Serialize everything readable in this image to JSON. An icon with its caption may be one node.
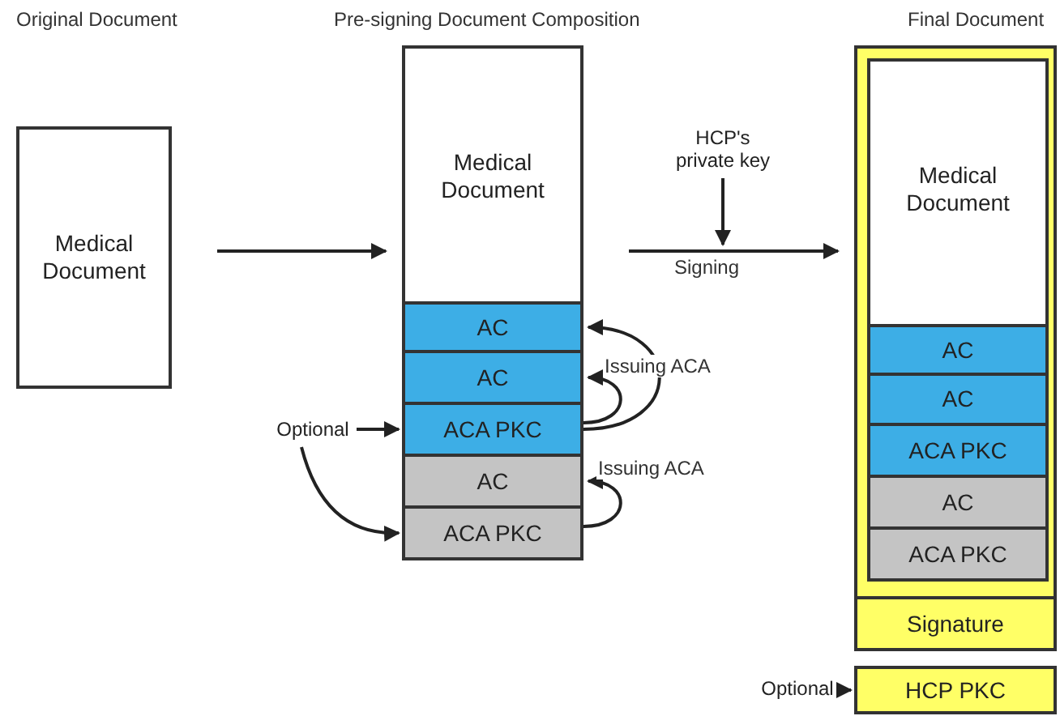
{
  "diagram": {
    "nodes": [
      {
        "text": [
          "Medical Document"
        ]
      },
      {
        "text": [
          "Medical Document"
        ]
      },
      {
        "text": [
          "AC"
        ]
      },
      {
        "text": [
          "AC"
        ]
      },
      {
        "text": [
          "ACA PKC"
        ]
      },
      {
        "text": [
          "AC"
        ]
      },
      {
        "text": [
          "ACA PKC"
        ]
      },
      {
        "text": [
          "Optional"
        ]
      },
      {
        "text": [
          "HCP's private key"
        ]
      },
      {
        "text": [],
        "shape": "box"
      },
      {
        "text": [
          "Medical Document"
        ],
        "in": 9
      },
      {
        "text": [
          "AC"
        ],
        "in": 9
      },
      {
        "text": [
          "AC"
        ],
        "in": 9
      },
      {
        "text": [
          "ACA PKC"
        ],
        "in": 9
      },
      {
        "text": [
          "AC"
        ],
        "in": 9
      },
      {
        "text": [
          "ACA PKC"
        ],
        "in": 9
      },
      {
        "text": [
          "Signature"
        ],
        "in": 9
      },
      {
        "text": [
          "HCP PKC"
        ]
      },
      {
        "text": [
          "Optional"
        ]
      }
    ],
    "edges": [
      {
        "from": 0,
        "to": 1,
        "arrow": "to"
      },
      {
        "from": 1,
        "to": 9,
        "arrow": "to",
        "label": "Signing"
      },
      {
        "from": 8,
        "to": null,
        "arrow": "to"
      },
      {
        "from": 4,
        "to": 2,
        "arrow": "to",
        "label": "Issuing ACA"
      },
      {
        "from": 4,
        "to": 3,
        "arrow": "to"
      },
      {
        "from": 6,
        "to": 5,
        "arrow": "to",
        "label": "Issuing ACA"
      },
      {
        "from": 7,
        "to": 4,
        "arrow": "to"
      },
      {
        "from": 7,
        "to": 6,
        "arrow": "to"
      },
      {
        "from": 18,
        "to": 17,
        "arrow": "to"
      }
    ],
    "labels": [
      "Original Document",
      "Pre-signing Document Composition",
      "Final Document"
    ]
  }
}
